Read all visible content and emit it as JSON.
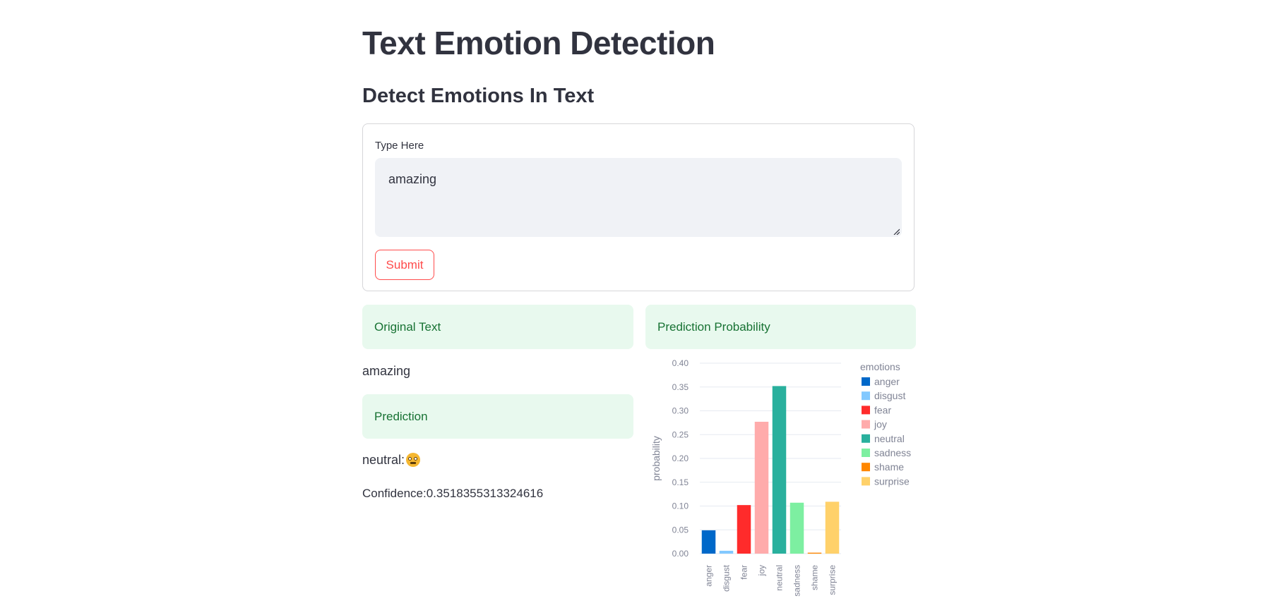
{
  "page": {
    "title": "Text Emotion Detection",
    "subtitle": "Detect Emotions In Text"
  },
  "form": {
    "label": "Type Here",
    "value": "amazing",
    "submit_label": "Submit"
  },
  "left": {
    "original_header": "Original Text",
    "original_text": "amazing",
    "prediction_header": "Prediction",
    "prediction_label": "neutral:",
    "prediction_emoji": "face-with-open-mouth-icon",
    "confidence_text": "Confidence:0.3518355313324616"
  },
  "right": {
    "probability_header": "Prediction Probability"
  },
  "colors": {
    "accent": "#ff4b4b",
    "alert_bg": "#e8f9ee",
    "alert_text": "#177233",
    "text": "#31333f"
  },
  "chart_data": {
    "type": "bar",
    "xlabel": "",
    "ylabel": "probability",
    "ylim": [
      0,
      0.4
    ],
    "yticks": [
      "0.00",
      "0.05",
      "0.10",
      "0.15",
      "0.20",
      "0.25",
      "0.30",
      "0.35",
      "0.40"
    ],
    "grid": true,
    "legend_title": "emotions",
    "legend_position": "right",
    "categories": [
      "anger",
      "disgust",
      "fear",
      "joy",
      "neutral",
      "sadness",
      "shame",
      "surprise"
    ],
    "values": [
      0.049,
      0.006,
      0.102,
      0.277,
      0.352,
      0.107,
      0.002,
      0.109
    ],
    "colors": [
      "#0068c9",
      "#83c9ff",
      "#ff2b2b",
      "#ffabab",
      "#29b09d",
      "#7defa1",
      "#ff8700",
      "#ffd16a"
    ]
  }
}
